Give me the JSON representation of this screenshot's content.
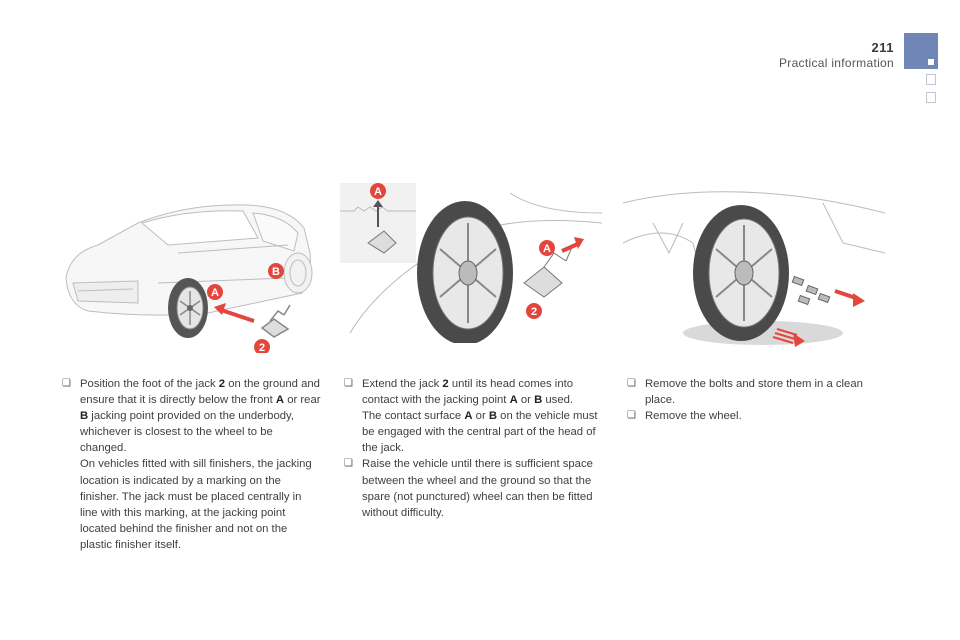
{
  "header": {
    "page_number": "211",
    "section_title": "Practical information"
  },
  "theme": {
    "accent": "#6f86b6",
    "tab_outline": "#bfc6d4"
  },
  "icons": {
    "bullet": "checkbox-bullet-icon"
  },
  "figures": {
    "fig1": {
      "labels": [
        "A",
        "B",
        "2"
      ]
    },
    "fig2": {
      "labels": [
        "A",
        "A",
        "2"
      ]
    }
  },
  "columns": {
    "col1": {
      "b1_pre": "Position the foot of the jack ",
      "b1_jack": "2",
      "b1_mid1": " on the ground and ensure that it is directly below the front ",
      "b1_A": "A",
      "b1_mid2": " or rear ",
      "b1_B": "B",
      "b1_post": " jacking point provided on the underbody, whichever is closest to the wheel to be changed.",
      "b1_cont": "On vehicles fitted with sill finishers, the jacking location is indicated by a marking on the finisher. The jack must be placed centrally in line with this marking, at the jacking point located behind the finisher and not on the plastic finisher itself."
    },
    "col2": {
      "b1_pre": "Extend the jack ",
      "b1_jack": "2",
      "b1_mid1": " until its head comes into contact with the jacking point ",
      "b1_A": "A",
      "b1_mid2": " or ",
      "b1_B": "B",
      "b1_post": " used.",
      "b1_c_pre": "The contact surface ",
      "b1_c_A": "A",
      "b1_c_mid": " or ",
      "b1_c_B": "B",
      "b1_c_post": " on the vehicle must be engaged with the central part of the head of the jack.",
      "b2": "Raise the vehicle until there is sufficient space between the wheel and the ground so that the spare (not punctured) wheel can then be fitted without difficulty."
    },
    "col3": {
      "b1": "Remove the bolts and store them in a clean place.",
      "b2": "Remove the wheel."
    }
  }
}
